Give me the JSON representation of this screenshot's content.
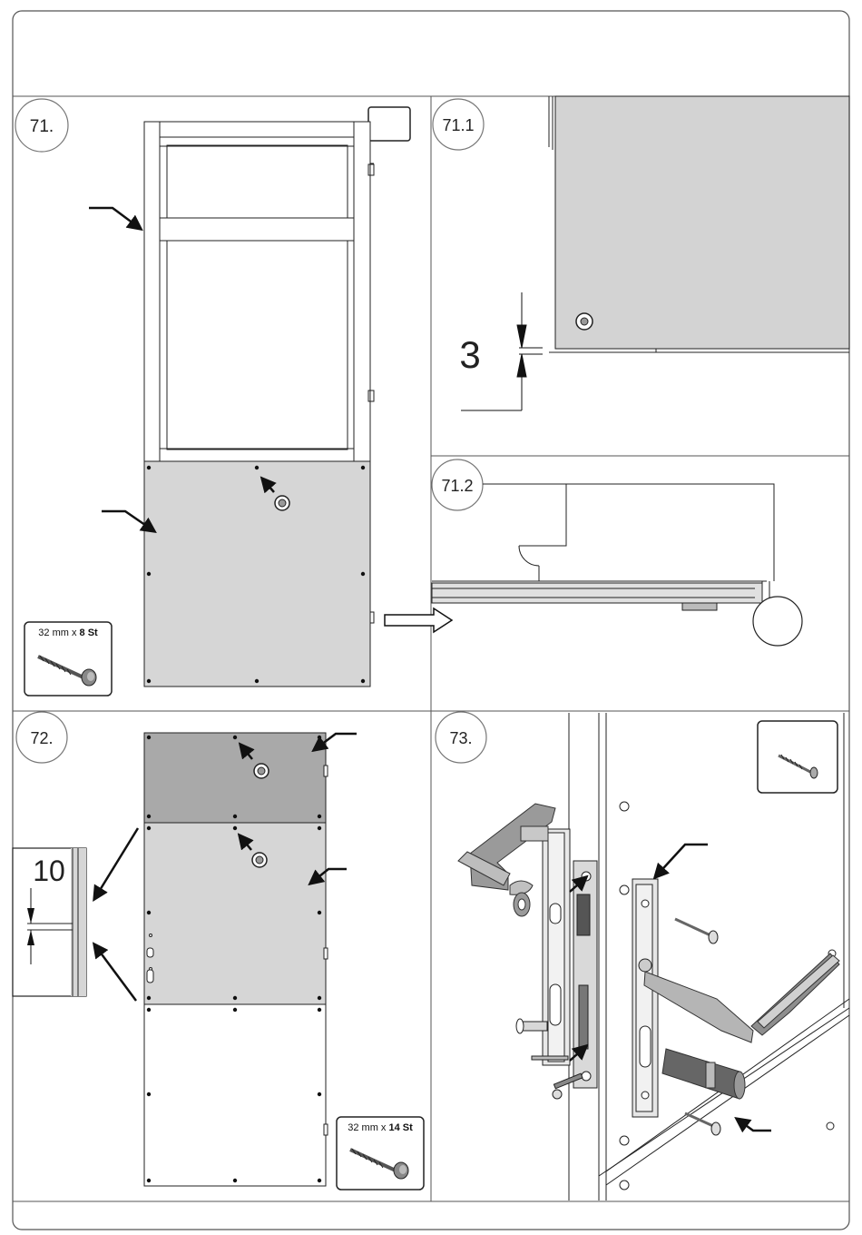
{
  "steps": {
    "s71": {
      "label": "71."
    },
    "s71_1": {
      "label": "71.1",
      "dimension": "3"
    },
    "s71_2": {
      "label": "71.2"
    },
    "s72": {
      "label": "72.",
      "dimension": "10"
    },
    "s73": {
      "label": "73."
    }
  },
  "screws": {
    "s71": {
      "size": "32 mm x ",
      "count": "8 St"
    },
    "s72": {
      "size": "32 mm x ",
      "count": "14 St"
    }
  },
  "colors": {
    "panel_light": "#d6d6d6",
    "panel_dark": "#a9a9a9",
    "line": "#222222"
  }
}
